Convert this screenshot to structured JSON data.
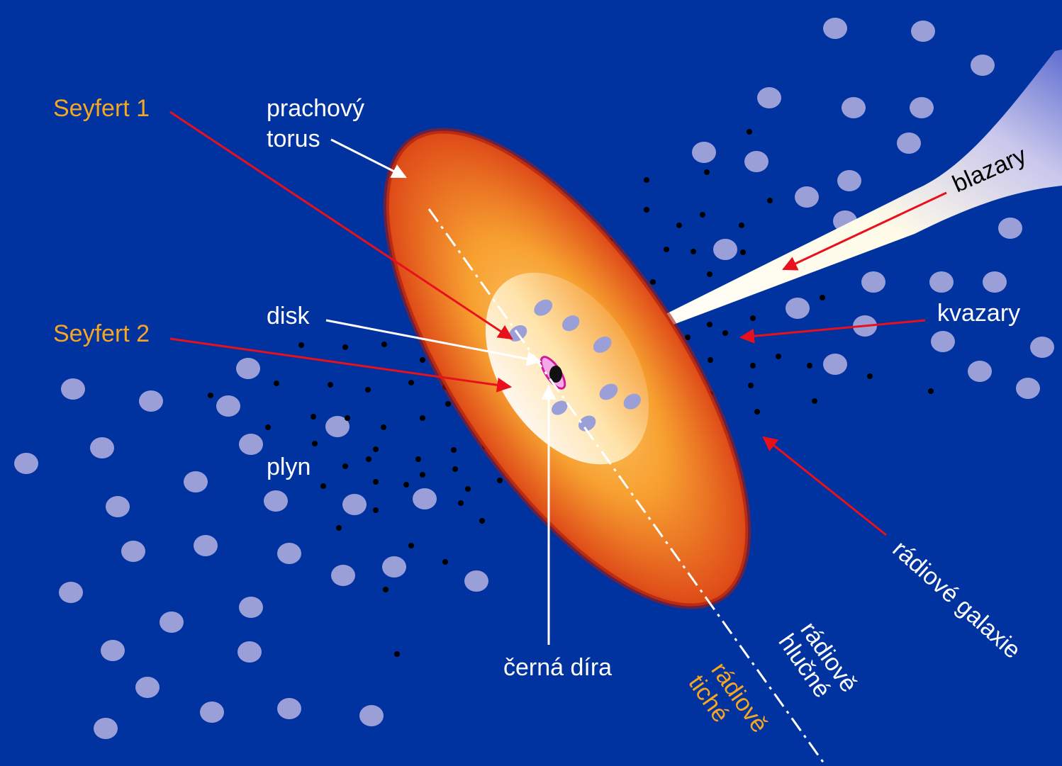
{
  "labels": {
    "seyfert1": "Seyfert 1",
    "seyfert2": "Seyfert 2",
    "torus_line1": "prachový",
    "torus_line2": "torus",
    "disk": "disk",
    "plyn": "plyn",
    "black_hole": "černá díra",
    "blazary": "blazary",
    "kvazary": "kvazary",
    "radio_galaxies": "rádiové galaxie",
    "radio_loud_line1": "rádiově",
    "radio_loud_line2": "hlučné",
    "radio_quiet_line1": "rádiově",
    "radio_quiet_line2": "tiché"
  },
  "colors": {
    "background": "#0033a0",
    "label_white": "#ffffff",
    "label_orange": "#f5a623",
    "arrow_red": "#e8101c",
    "cloud": "#9b9fd8",
    "torus_outer": "#c8260a",
    "torus_inner": "#f7a030"
  }
}
